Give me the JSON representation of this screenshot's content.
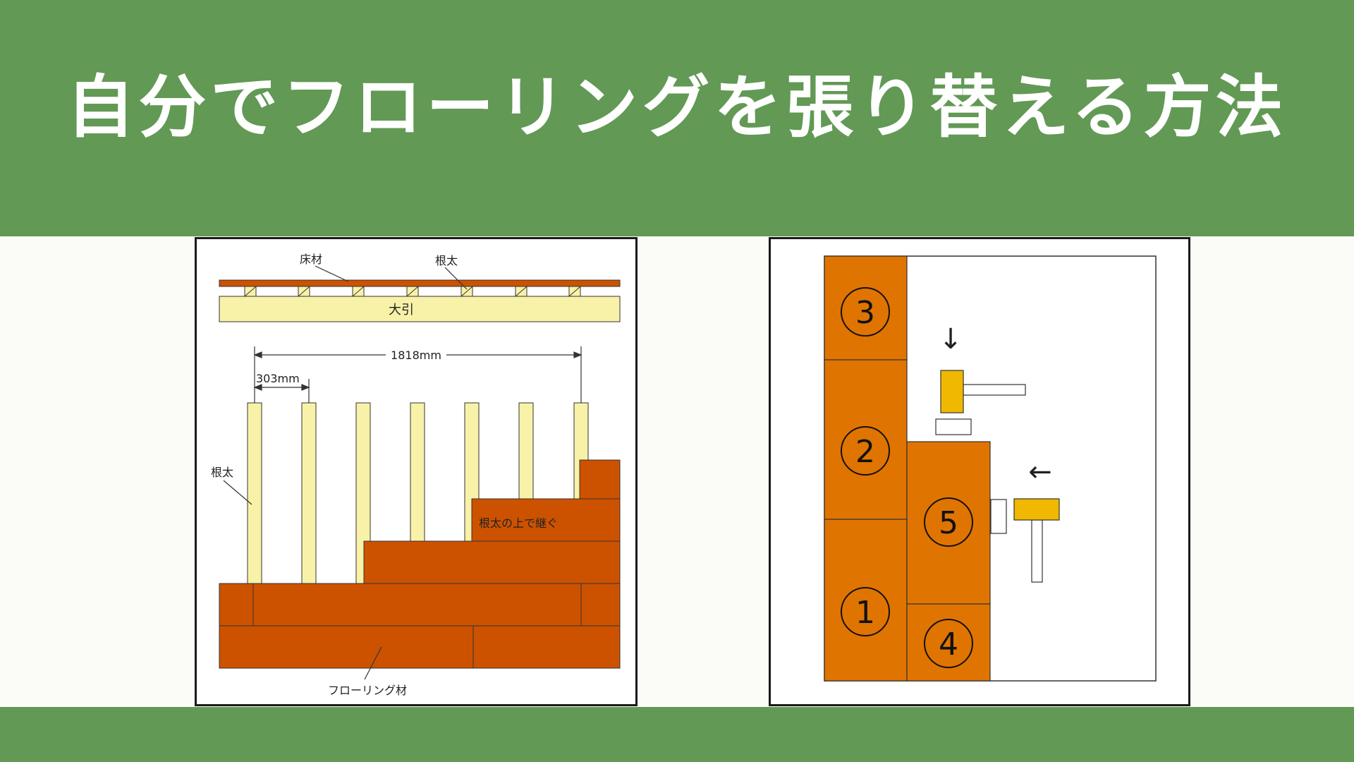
{
  "title": "自分でフローリングを張り替える方法",
  "colors": {
    "band": "#629955",
    "background": "#fbfcf7",
    "flooring": "#cc5200",
    "board": "#e07400",
    "joist": "#f8f2a8",
    "hammer": "#f0b800"
  },
  "left_diagram": {
    "label_floor_material": "床材",
    "label_joist_top": "根太",
    "label_sill": "大引",
    "dim_total": "1818mm",
    "dim_spacing": "303mm",
    "label_joist_side": "根太",
    "label_joint": "根太の上で継ぐ",
    "label_flooring": "フローリング材"
  },
  "right_diagram": {
    "board_labels": [
      "3",
      "2",
      "1",
      "5",
      "4"
    ],
    "arrow_down": "↓",
    "arrow_left": "←"
  }
}
